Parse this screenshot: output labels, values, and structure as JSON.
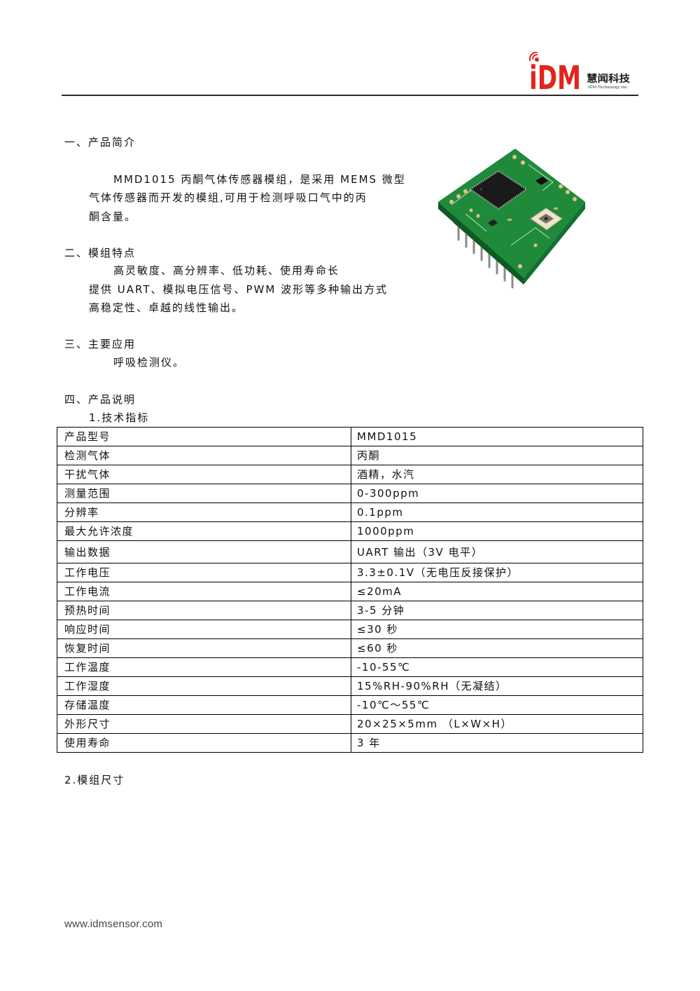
{
  "header": {
    "logo": {
      "mark": "iDM",
      "name_cn": "慧闻科技",
      "name_en": "IDM Technology Inc.",
      "brand_color": "#e1251b"
    }
  },
  "sections": {
    "intro": {
      "heading": "一、产品简介",
      "lines": [
        "MMD1015 丙酮气体传感器模组，是采用 MEMS 微型",
        "气体传感器而开发的模组,可用于检测呼吸口气中的丙",
        "酮含量。"
      ]
    },
    "features": {
      "heading": "二、模组特点",
      "lines": [
        "高灵敏度、高分辨率、低功耗、使用寿命长",
        "提供 UART、模拟电压信号、PWM 波形等多种输出方式",
        "高稳定性、卓越的线性输出。"
      ]
    },
    "applications": {
      "heading": "三、主要应用",
      "lines": [
        "呼吸检测仪。"
      ]
    },
    "description": {
      "heading": "四、产品说明",
      "sub1": "1.技术指标",
      "sub2": "2.模组尺寸"
    }
  },
  "spec_table": {
    "rows": [
      {
        "label": "产品型号",
        "value": "MMD1015"
      },
      {
        "label": "检测气体",
        "value": "丙酮"
      },
      {
        "label": "干扰气体",
        "value": "酒精，水汽"
      },
      {
        "label": "测量范围",
        "value": "0-300ppm"
      },
      {
        "label": "分辨率",
        "value": "0.1ppm"
      },
      {
        "label": "最大允许浓度",
        "value": "1000ppm"
      },
      {
        "label": "输出数据",
        "value": "UART 输出（3V 电平）"
      },
      {
        "label": "工作电压",
        "value": "3.3±0.1V（无电压反接保护）"
      },
      {
        "label": "工作电流",
        "value": "≤20mA"
      },
      {
        "label": "预热时间",
        "value": "3-5 分钟"
      },
      {
        "label": "响应时间",
        "value": "≤30 秒"
      },
      {
        "label": "恢复时间",
        "value": "≤60 秒"
      },
      {
        "label": "工作温度",
        "value": "-10-55℃"
      },
      {
        "label": "工作湿度",
        "value": "15%RH-90%RH（无凝结）"
      },
      {
        "label": "存储温度",
        "value": "-10℃～55℃"
      },
      {
        "label": "外形尺寸",
        "value": "20×25×5mm （L×W×H）"
      },
      {
        "label": "使用寿命",
        "value": "3 年"
      }
    ]
  },
  "footer": {
    "website": "www.idmsensor.com"
  }
}
